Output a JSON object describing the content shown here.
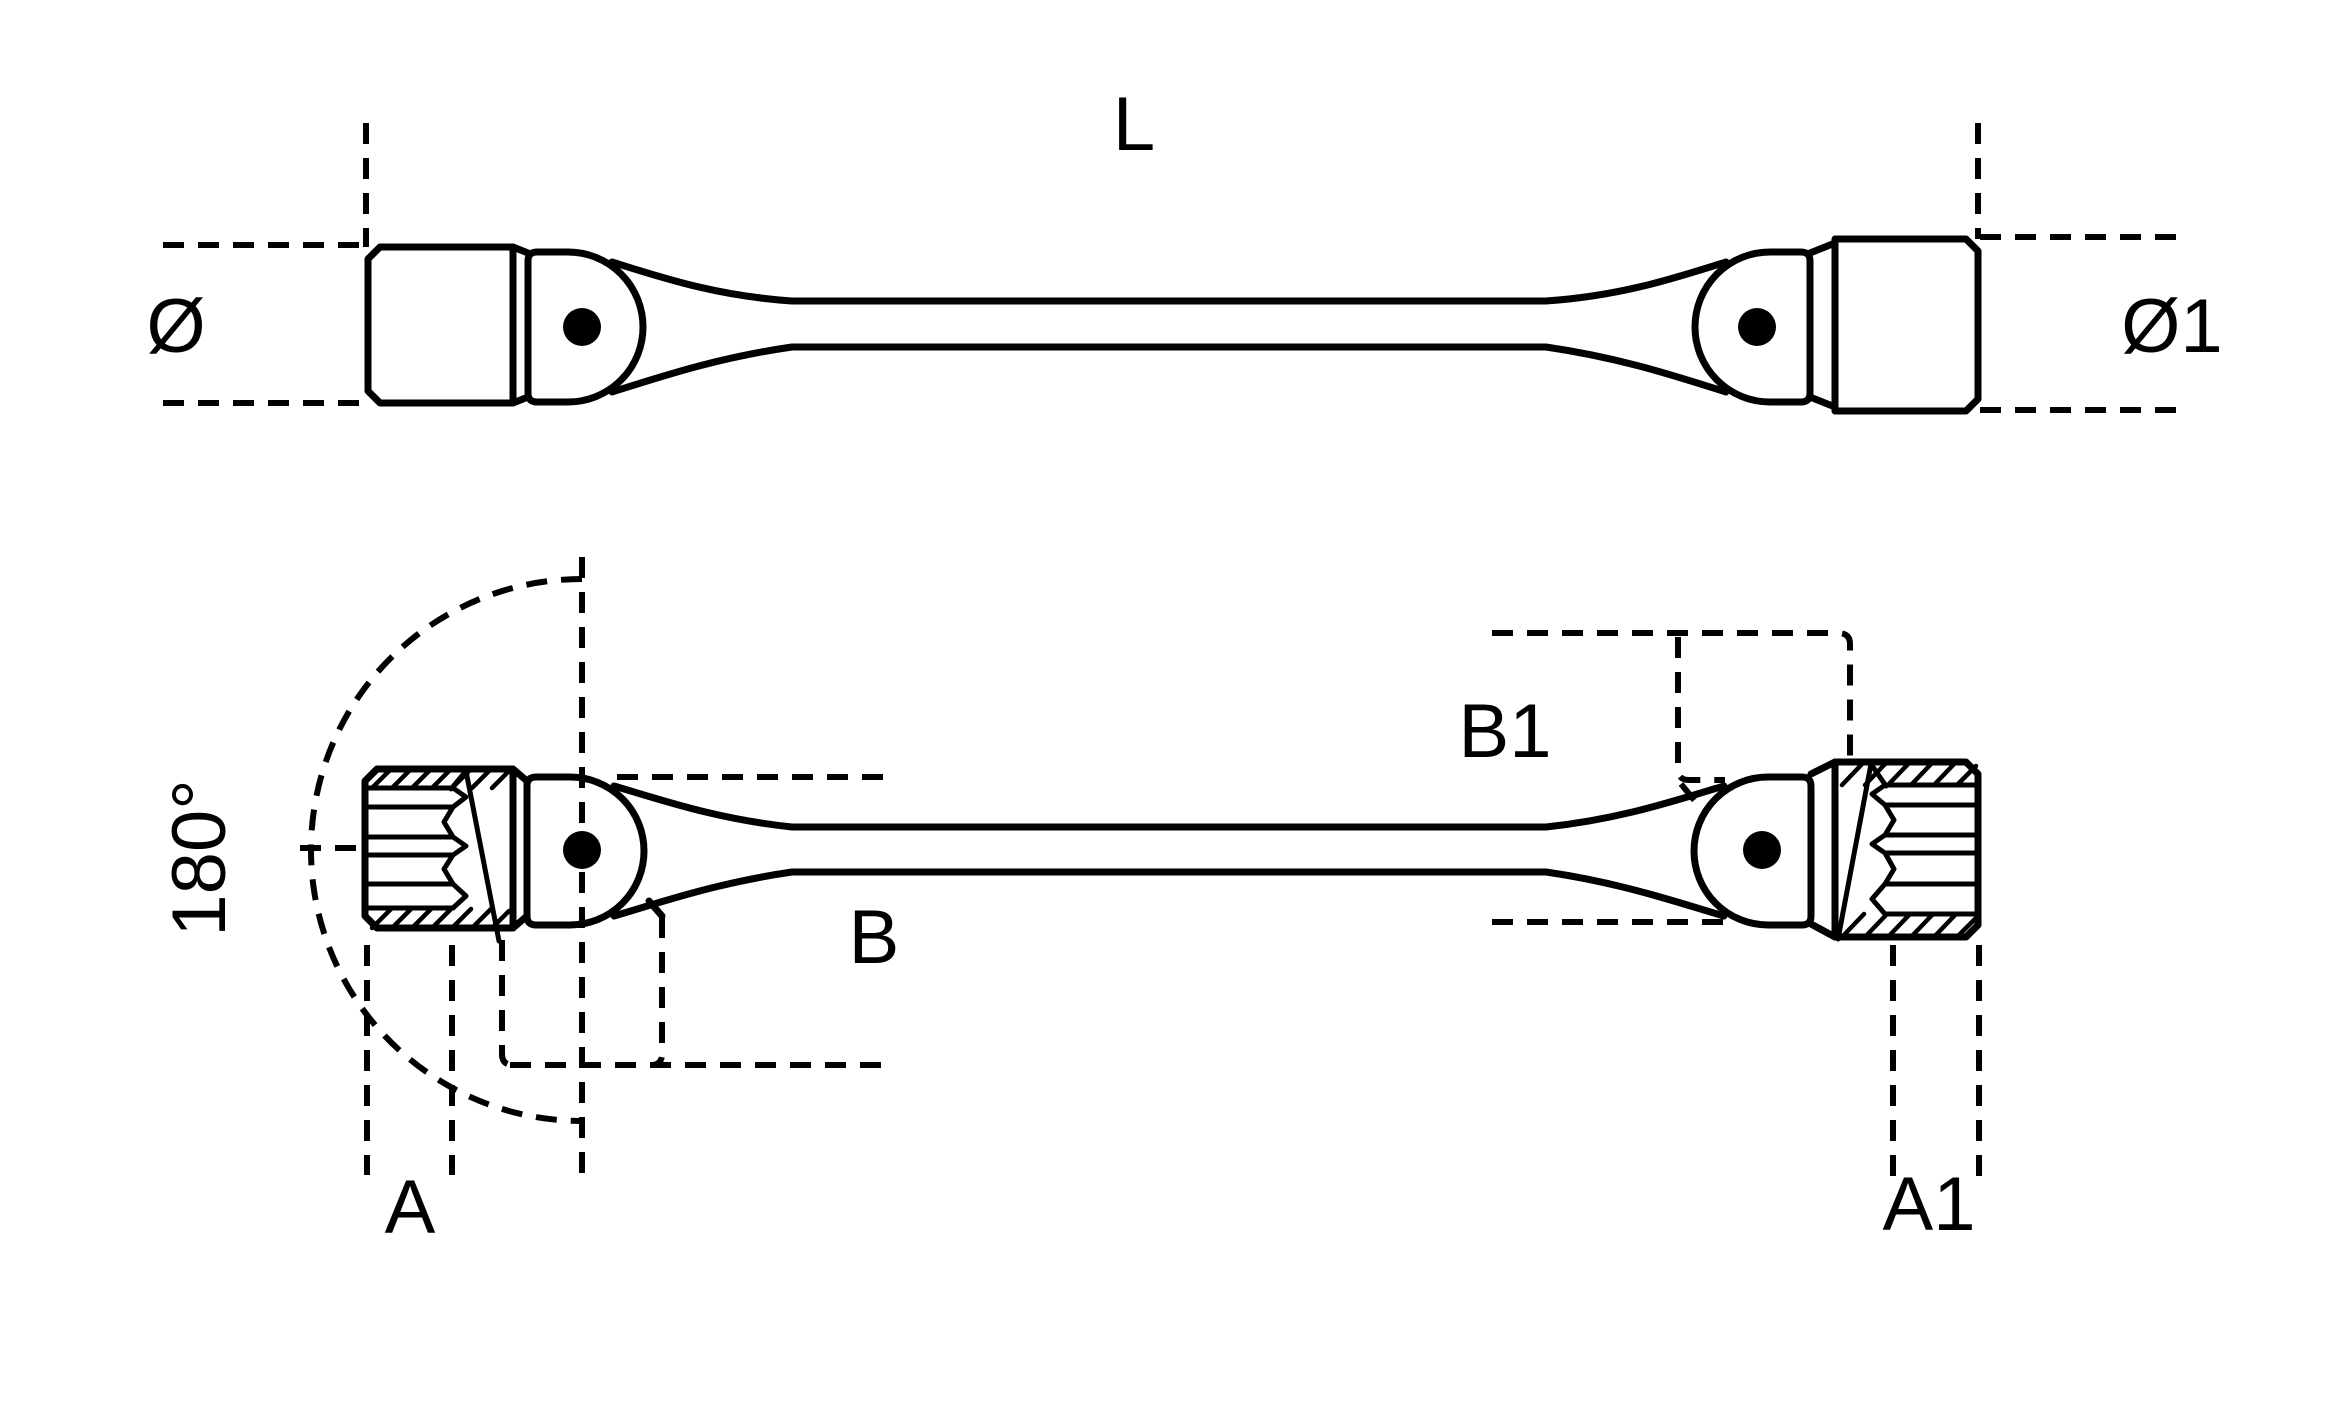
{
  "diagram": {
    "title": "Double-ended swivel socket wrench technical drawing",
    "colors": {
      "line": "#000000",
      "background": "#ffffff"
    },
    "labels": {
      "length": "L",
      "diameter_left": "Ø",
      "diameter_right": "Ø1",
      "swivel_angle": "180°",
      "width_b": "B",
      "width_b1": "B1",
      "depth_a": "A",
      "depth_a1": "A1"
    }
  }
}
